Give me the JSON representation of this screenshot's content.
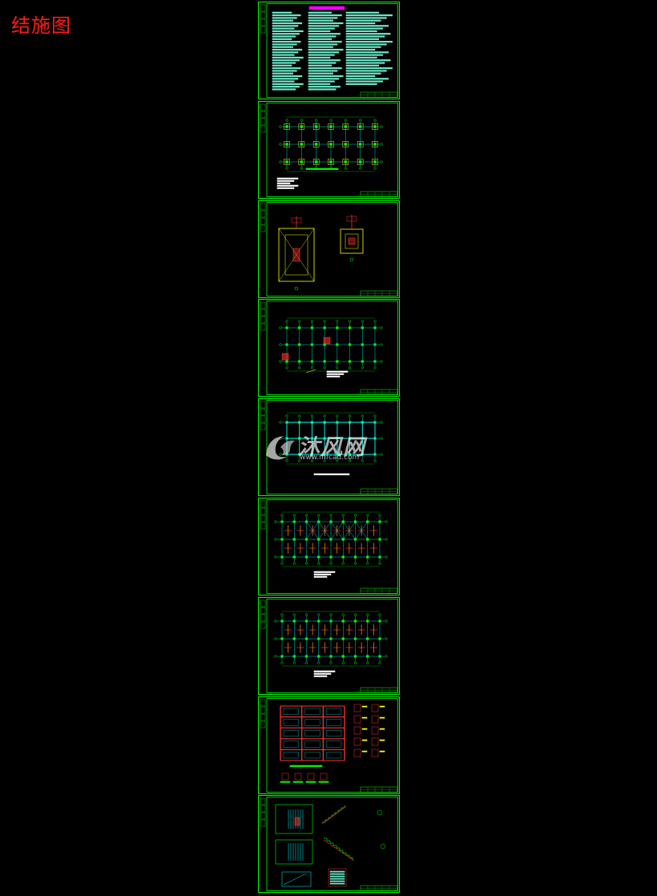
{
  "page": {
    "title": "结施图"
  },
  "watermark": {
    "brand": "沐风网",
    "url": "www.mfcad.com"
  },
  "sheets": [
    {
      "kind": "notes",
      "heading": ""
    },
    {
      "kind": "foundation-plan"
    },
    {
      "kind": "footing-detail"
    },
    {
      "kind": "column-plan"
    },
    {
      "kind": "beam-plan"
    },
    {
      "kind": "slab-plan"
    },
    {
      "kind": "roof-plan"
    },
    {
      "kind": "frame-elevation"
    },
    {
      "kind": "stair-detail"
    }
  ],
  "colors": {
    "background": "#000000",
    "frame": "#00ff00",
    "title_red": "#ff1a1a",
    "notes_text": "#6fe8c8",
    "heading": "#ff00ff",
    "grid_cyan": "#00ffff",
    "detail_yellow": "#ffff00",
    "rebar_red": "#ff3030",
    "orange": "#ff9020"
  }
}
